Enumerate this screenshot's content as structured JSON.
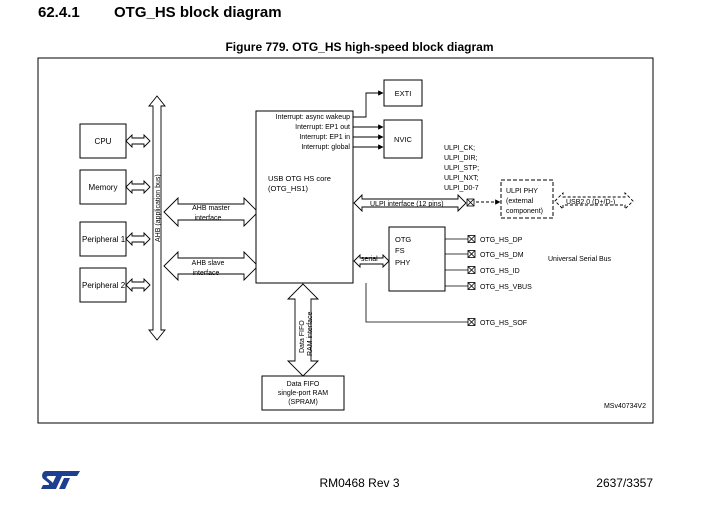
{
  "section": {
    "number": "62.4.1",
    "title": "OTG_HS block diagram"
  },
  "figure_title": "Figure 779. OTG_HS high-speed block diagram",
  "blocks": {
    "cpu": "CPU",
    "memory": "Memory",
    "peripheral1": "Peripheral 1",
    "peripheral2": "Peripheral 2",
    "ahb_bus": "AHB (application bus)",
    "ahb_master": [
      "AHB master",
      "interface"
    ],
    "ahb_slave": [
      "AHB slave",
      "interface"
    ],
    "core_interrupts": [
      "Interrupt: async wakeup",
      "Interrupt: EP1 out",
      "Interrupt: EP1 in",
      "Interrupt: global"
    ],
    "core_name": [
      "USB OTG HS core",
      "(OTG_HS1)"
    ],
    "exti": "EXTI",
    "nvic": "NVIC",
    "ulpi_signals": [
      "ULPI_CK;",
      "ULPI_DIR;",
      "ULPI_STP;",
      "ULPI_NXT;",
      "ULPI_D0-7"
    ],
    "ulpi_interface": "ULPI interface (12 pins)",
    "ulpi_phy": [
      "ULPI PHY",
      "(external",
      "component)"
    ],
    "usb20": "USB2.0 (D+/D-)",
    "serial": "serial",
    "otg_fs_phy": [
      "OTG",
      "FS",
      "PHY"
    ],
    "pins": [
      "OTG_HS_DP",
      "OTG_HS_DM",
      "OTG_HS_ID",
      "OTG_HS_VBUS"
    ],
    "sof": "OTG_HS_SOF",
    "usb_bus": "Universal Serial Bus",
    "fifo_link": [
      "Data FIFO",
      "RAM interface"
    ],
    "fifo_ram": [
      "Data FIFO",
      "single-port RAM",
      "(SPRAM)"
    ],
    "ref": "MSv40734V2"
  },
  "footer": {
    "doc": "RM0468 Rev 3",
    "page": "2637/3357",
    "logo_text": "ST"
  }
}
